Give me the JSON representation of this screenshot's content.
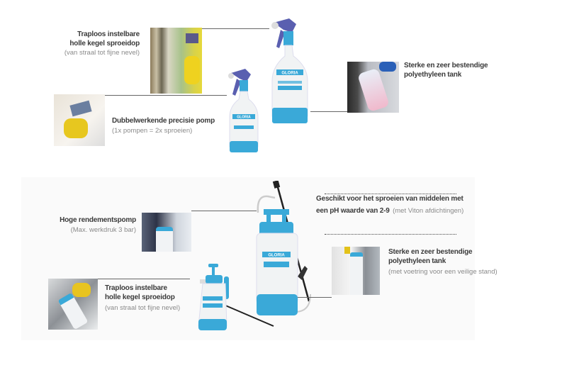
{
  "top": {
    "feature_nozzle": {
      "title_line1": "Traploos instelbare",
      "title_line2": "holle kegel sproeidop",
      "subtitle": "(van straal tot fijne nevel)"
    },
    "feature_pump": {
      "title": "Dubbelwerkende precisie pomp",
      "subtitle": "(1x pompen = 2x sproeien)"
    },
    "feature_tank": {
      "title_line1": "Sterke en zeer bestendige",
      "title_line2": "polyethyleen tank"
    },
    "bottle_brand": "GLORIA"
  },
  "bottom": {
    "feature_ph": {
      "line1": "Geschikt voor het sproeien van middelen met",
      "line2_bold": "een pH waarde van 2-9",
      "line2_sub": "(met Viton afdichtingen)"
    },
    "feature_pump": {
      "title": "Hoge rendementspomp",
      "subtitle": "(Max. werkdruk 3 bar)"
    },
    "feature_tank": {
      "title_line1": "Sterke en zeer bestendige",
      "title_line2": "polyethyleen tank",
      "subtitle": "(met voetring voor een veilige stand)"
    },
    "feature_nozzle": {
      "title_line1": "Traploos instelbare",
      "title_line2": "holle kegel sproeidop",
      "subtitle": "(van straal tot fijne nevel)"
    },
    "sprayer_brand": "GLORIA"
  },
  "colors": {
    "accent": "#3aa9d8",
    "trigger": "#5a5fb0",
    "text": "#3a3a3a",
    "subtext": "#8a8a8a"
  }
}
